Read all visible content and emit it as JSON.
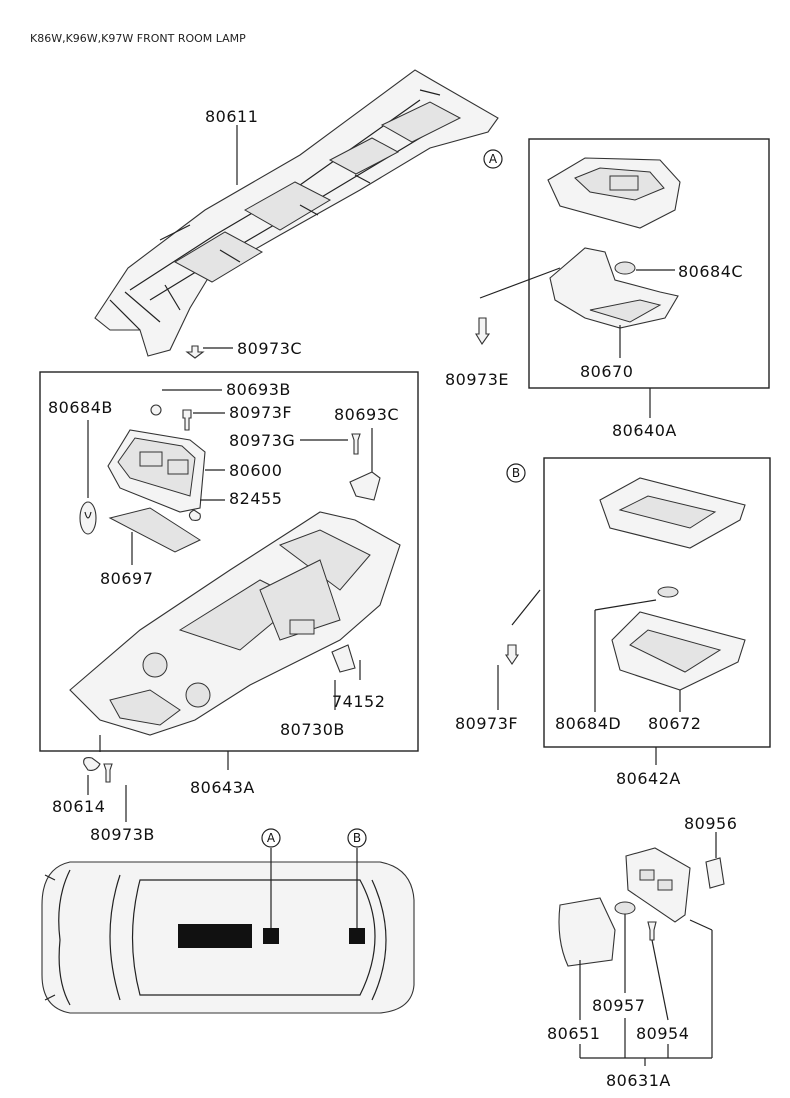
{
  "title": "K86W,K96W,K97W FRONT ROOM LAMP",
  "callouts": {
    "a": "A",
    "b": "B"
  },
  "labels": {
    "p80611": "80611",
    "p80973C": "80973C",
    "p80684C": "80684C",
    "p80973E": "80973E",
    "p80670": "80670",
    "p80640A": "80640A",
    "p80693B": "80693B",
    "p80684B": "80684B",
    "p80973F_top": "80973F",
    "p80693C": "80693C",
    "p80973G": "80973G",
    "p80600": "80600",
    "p82455": "82455",
    "p80697": "80697",
    "p74152": "74152",
    "p80730B": "80730B",
    "p80643A": "80643A",
    "p80614": "80614",
    "p80973B": "80973B",
    "p80973F_b": "80973F",
    "p80684D": "80684D",
    "p80672": "80672",
    "p80642A": "80642A",
    "p80956": "80956",
    "p80957": "80957",
    "p80651": "80651",
    "p80954": "80954",
    "p80631A": "80631A"
  }
}
